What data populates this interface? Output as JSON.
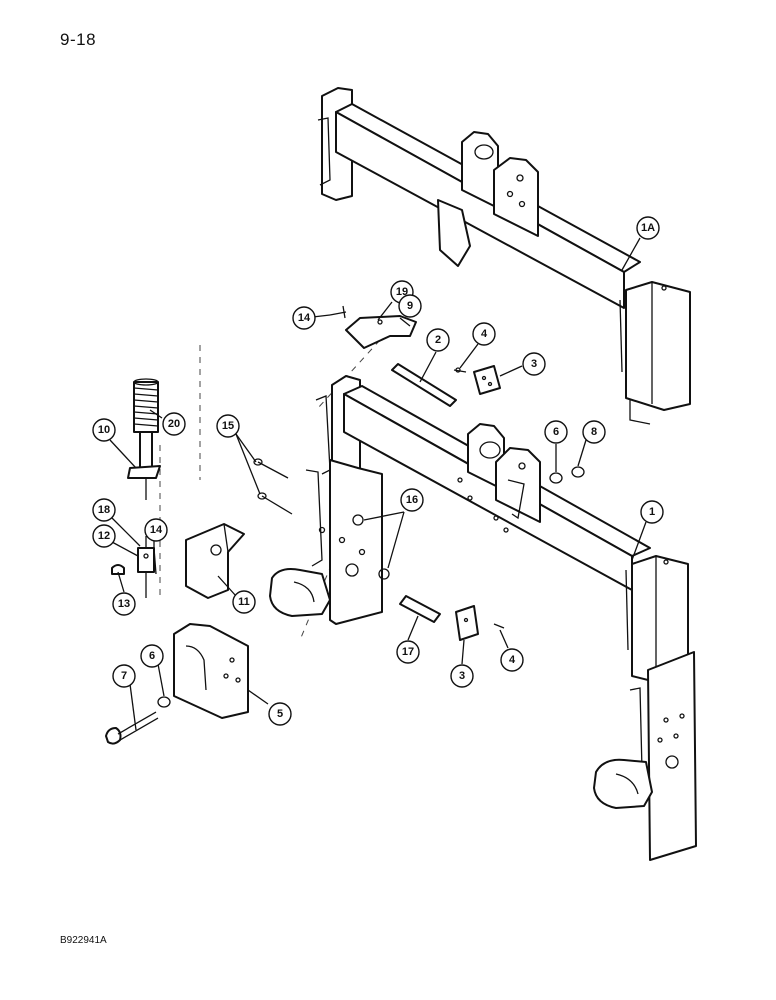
{
  "page_number": "9-18",
  "figure_code": "B922941A",
  "callouts": [
    {
      "id": "1A",
      "label": "1A"
    },
    {
      "id": "19",
      "label": "19"
    },
    {
      "id": "14a",
      "label": "14"
    },
    {
      "id": "9",
      "label": "9"
    },
    {
      "id": "2",
      "label": "2"
    },
    {
      "id": "4a",
      "label": "4"
    },
    {
      "id": "3a",
      "label": "3"
    },
    {
      "id": "20",
      "label": "20"
    },
    {
      "id": "10",
      "label": "10"
    },
    {
      "id": "15",
      "label": "15"
    },
    {
      "id": "6a",
      "label": "6"
    },
    {
      "id": "8",
      "label": "8"
    },
    {
      "id": "16",
      "label": "16"
    },
    {
      "id": "18",
      "label": "18"
    },
    {
      "id": "12",
      "label": "12"
    },
    {
      "id": "14b",
      "label": "14"
    },
    {
      "id": "13",
      "label": "13"
    },
    {
      "id": "11",
      "label": "11"
    },
    {
      "id": "1",
      "label": "1"
    },
    {
      "id": "17",
      "label": "17"
    },
    {
      "id": "3b",
      "label": "3"
    },
    {
      "id": "4b",
      "label": "4"
    },
    {
      "id": "7",
      "label": "7"
    },
    {
      "id": "6b",
      "label": "6"
    },
    {
      "id": "5",
      "label": "5"
    }
  ]
}
